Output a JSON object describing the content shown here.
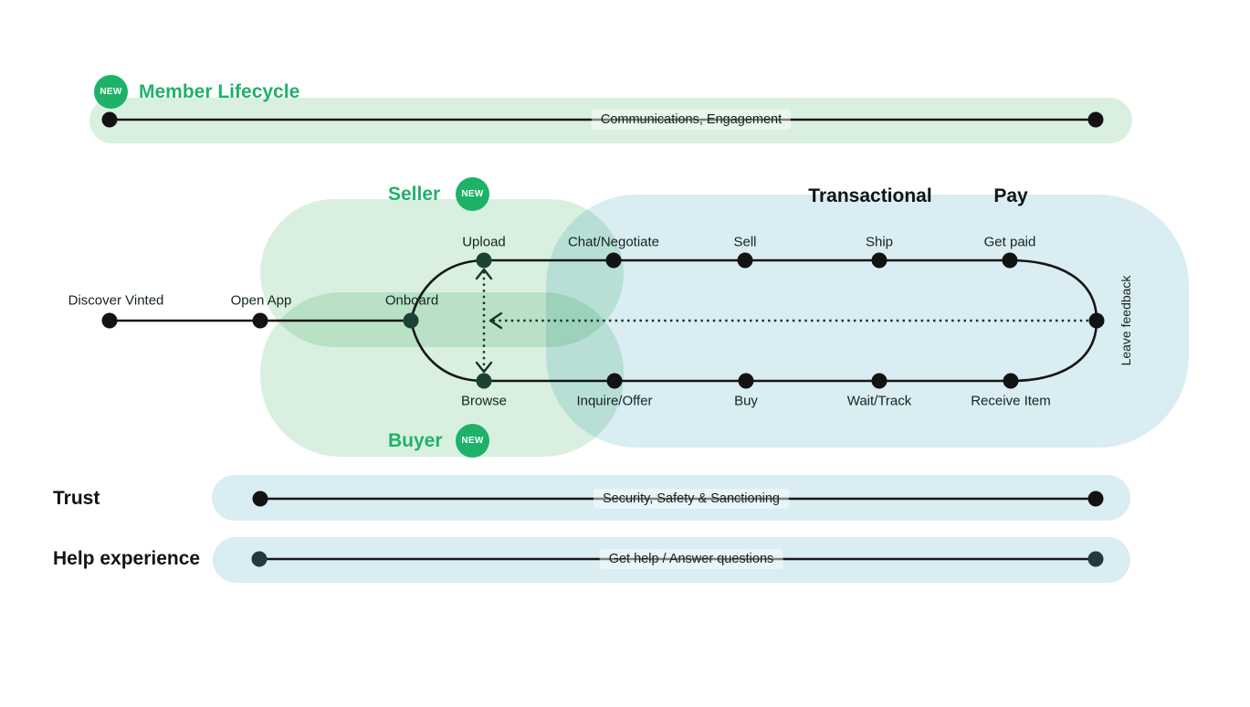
{
  "colors": {
    "accent_green": "#1eb269",
    "blob_green": "#d9f0e1",
    "blob_blue": "#d9edf3",
    "line": "#161616",
    "node": "#131313",
    "node_green": "#1c4331",
    "badge_text": "#ffffff"
  },
  "top_band": {
    "badge": "NEW",
    "title": "Member Lifecycle",
    "line_label": "Communications, Engagement"
  },
  "journey": {
    "seller": {
      "label": "Seller",
      "badge": "NEW"
    },
    "buyer": {
      "label": "Buyer",
      "badge": "NEW"
    },
    "transactional_label": "Transactional",
    "pay_label": "Pay",
    "leave_feedback": "Leave feedback",
    "nodes": [
      {
        "label": "Discover Vinted"
      },
      {
        "label": "Open App"
      },
      {
        "label": "Onboard"
      },
      {
        "label": "Upload"
      },
      {
        "label": "Chat/Negotiate"
      },
      {
        "label": "Sell"
      },
      {
        "label": "Ship"
      },
      {
        "label": "Get paid"
      },
      {
        "label": "Browse"
      },
      {
        "label": "Inquire/Offer"
      },
      {
        "label": "Buy"
      },
      {
        "label": "Wait/Track"
      },
      {
        "label": "Receive Item"
      }
    ]
  },
  "rows": [
    {
      "title": "Trust",
      "line_label": "Security, Safety & Sanctioning"
    },
    {
      "title": "Help experience",
      "line_label": "Get help / Answer questions"
    }
  ]
}
